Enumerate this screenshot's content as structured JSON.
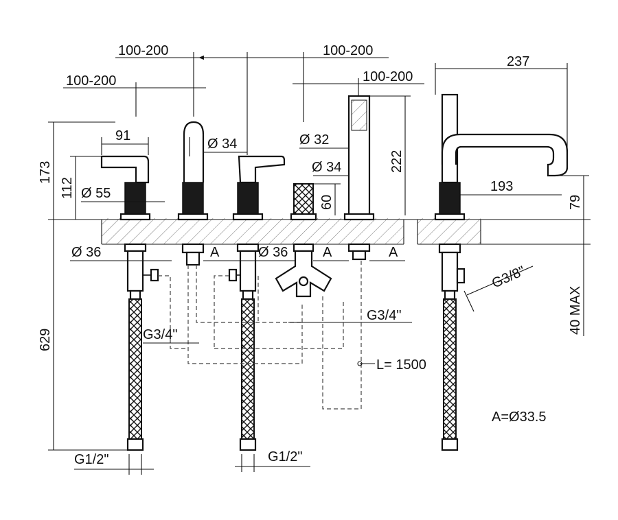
{
  "dimensions": {
    "top_spacing_1": "100-200",
    "top_spacing_2": "100-200",
    "top_spacing_3": "100-200",
    "top_spacing_4": "100-200",
    "spout_projection_width": "237",
    "left_height_total": "173",
    "left_height_lever": "112",
    "handle_width": "91",
    "spout_diameter": "Ø 34",
    "diverter_diameter_top": "Ø 32",
    "diverter_diameter_lower": "Ø 34",
    "handshower_height": "222",
    "base_diameter": "Ø 55",
    "diverter_height": "60",
    "spout_reach": "193",
    "spout_outlet_height": "79",
    "under_deck_height": "629",
    "shank_diameter_left": "Ø 36",
    "shank_diameter_mid": "Ø 36",
    "label_a_1": "A",
    "label_a_2": "A",
    "label_a_3": "A",
    "thread_g34_left": "G3/4\"",
    "thread_g34_right": "G3/4\"",
    "thread_g38": "G3/8\"",
    "thread_g12_left": "G1/2\"",
    "thread_g12_mid": "G1/2\"",
    "hose_length": "L= 1500",
    "deck_max": "40 MAX",
    "a_definition": "A=Ø33.5"
  }
}
